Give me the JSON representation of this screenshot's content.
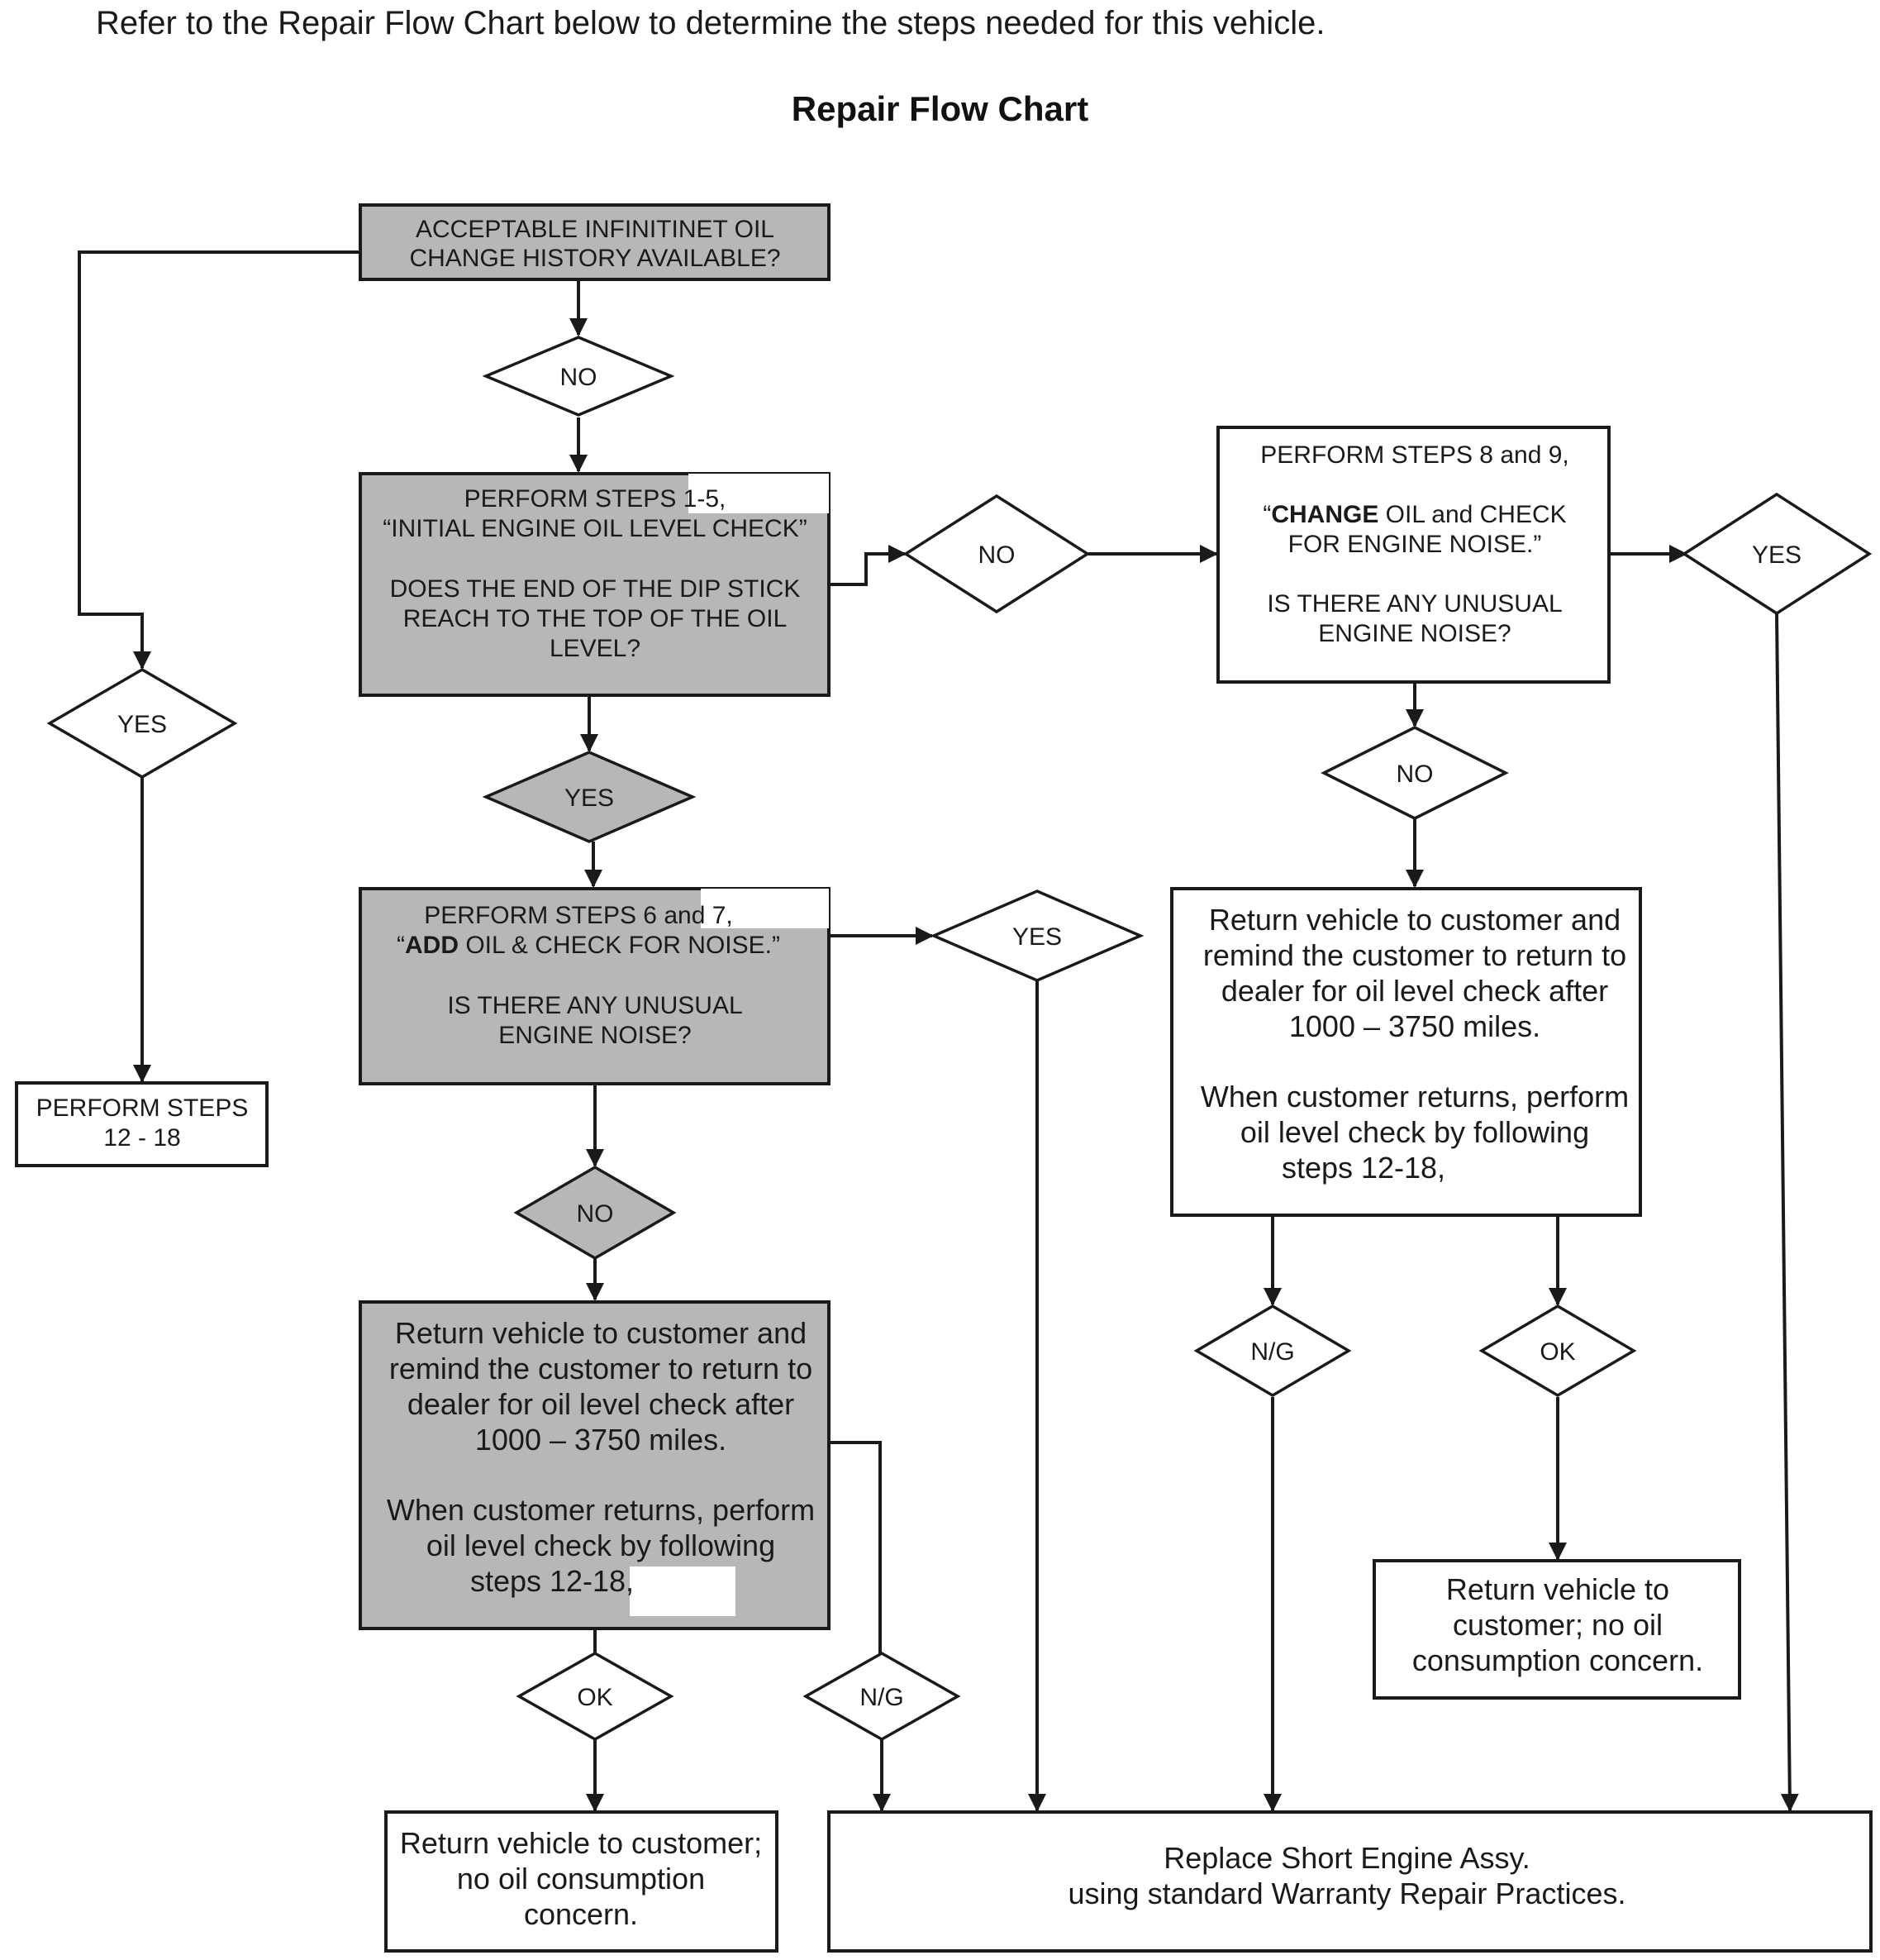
{
  "page": {
    "intro": "Refer to the Repair Flow Chart below to determine the steps needed for this vehicle.",
    "title": "Repair Flow Chart"
  },
  "boxes": {
    "history": [
      "ACCEPTABLE INFINITINET OIL",
      "CHANGE HISTORY AVAILABLE?"
    ],
    "perform_1_5": {
      "l1": "PERFORM STEPS 1-5,",
      "l2": "“INITIAL ENGINE OIL LEVEL CHECK”",
      "l3": "DOES THE END OF THE DIP STICK",
      "l4": "REACH TO THE TOP OF THE OIL",
      "l5": "LEVEL?"
    },
    "perform_6_7": {
      "l1": "PERFORM STEPS 6 and 7,",
      "l2a": "“",
      "l2b": "ADD",
      "l2c": " OIL & CHECK FOR NOISE.”",
      "l3": "IS THERE ANY UNUSUAL",
      "l4": "ENGINE NOISE?"
    },
    "perform_12_18": [
      "PERFORM STEPS",
      "12 - 18"
    ],
    "return_left": {
      "l1": "Return vehicle to customer and",
      "l2": "remind the customer to return to",
      "l3": "dealer for oil level check after",
      "l4": "1000 – 3750 miles.",
      "l5": "When customer returns, perform",
      "l6": "oil level check by following",
      "l7": "steps 12-18,"
    },
    "return_ok_left": [
      "Return vehicle to customer;",
      "no oil consumption",
      "concern."
    ],
    "replace": [
      "Replace Short Engine Assy.",
      "using standard Warranty Repair Practices."
    ],
    "perform_8_9": {
      "l1": "PERFORM STEPS 8 and 9,",
      "l2a": "“",
      "l2b": "CHANGE",
      "l2c": " OIL and CHECK",
      "l3": "FOR ENGINE NOISE.”",
      "l4": "IS THERE ANY UNUSUAL",
      "l5": "ENGINE NOISE?"
    },
    "return_right": {
      "l1": "Return vehicle to customer and",
      "l2": "remind the customer to return to",
      "l3": "dealer for oil level check after",
      "l4": "1000 – 3750 miles.",
      "l5": "When customer returns, perform",
      "l6": "oil level check by following",
      "l7": "steps 12-18,"
    },
    "return_ok_right": [
      "Return vehicle to",
      "customer; no oil",
      "consumption concern."
    ]
  },
  "decisions": {
    "no_1": "NO",
    "yes_left": "YES",
    "yes_mid": "YES",
    "no_mid": "NO",
    "no_right_1": "NO",
    "yes_6_7": "YES",
    "no_8_9": "NO",
    "yes_8_9": "YES",
    "ok_left": "OK",
    "ng_left": "N/G",
    "ng_right": "N/G",
    "ok_right": "OK"
  },
  "colors": {
    "shaded_box": "#b7b7b7",
    "line": "#1a1a1a"
  }
}
